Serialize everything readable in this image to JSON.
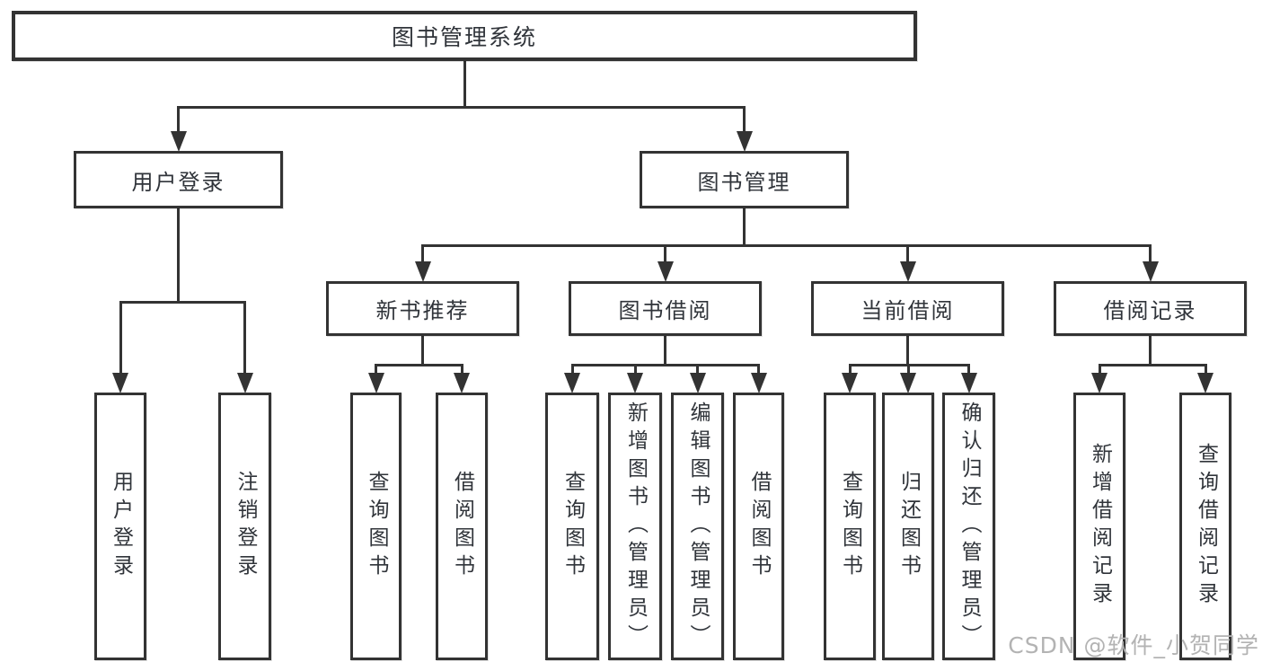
{
  "diagram_title": "图书管理系统",
  "nodes": [
    {
      "id": "root",
      "label": "图书管理系统",
      "level": 0
    },
    {
      "id": "user-login",
      "label": "用户登录",
      "level": 1
    },
    {
      "id": "book-mgmt",
      "label": "图书管理",
      "level": 1
    },
    {
      "id": "new-book-rec",
      "label": "新书推荐",
      "level": 2
    },
    {
      "id": "book-borrow",
      "label": "图书借阅",
      "level": 2
    },
    {
      "id": "current-borrow",
      "label": "当前借阅",
      "level": 2
    },
    {
      "id": "borrow-record",
      "label": "借阅记录",
      "level": 2
    },
    {
      "id": "leaf-login",
      "label": "用户登录",
      "level": 3
    },
    {
      "id": "leaf-logout",
      "label": "注销登录",
      "level": 3
    },
    {
      "id": "leaf-rec-query",
      "label": "查询图书",
      "level": 3
    },
    {
      "id": "leaf-rec-borrow",
      "label": "借阅图书",
      "level": 3
    },
    {
      "id": "leaf-bb-query",
      "label": "查询图书",
      "level": 3
    },
    {
      "id": "leaf-bb-add",
      "label": "新增图书（管理员）",
      "level": 3
    },
    {
      "id": "leaf-bb-edit",
      "label": "编辑图书（管理员）",
      "level": 3
    },
    {
      "id": "leaf-bb-borrow",
      "label": "借阅图书",
      "level": 3
    },
    {
      "id": "leaf-cb-query",
      "label": "查询图书",
      "level": 3
    },
    {
      "id": "leaf-cb-return",
      "label": "归还图书",
      "level": 3
    },
    {
      "id": "leaf-cb-confirm",
      "label": "确认归还（管理员）",
      "level": 3
    },
    {
      "id": "leaf-br-add",
      "label": "新增借阅记录",
      "level": 3
    },
    {
      "id": "leaf-br-query",
      "label": "查询借阅记录",
      "level": 3
    }
  ],
  "edges": [
    {
      "from": "root",
      "to": [
        "user-login",
        "book-mgmt"
      ]
    },
    {
      "from": "user-login",
      "to": [
        "leaf-login",
        "leaf-logout"
      ]
    },
    {
      "from": "book-mgmt",
      "to": [
        "new-book-rec",
        "book-borrow",
        "current-borrow",
        "borrow-record"
      ]
    },
    {
      "from": "new-book-rec",
      "to": [
        "leaf-rec-query",
        "leaf-rec-borrow"
      ]
    },
    {
      "from": "book-borrow",
      "to": [
        "leaf-bb-query",
        "leaf-bb-add",
        "leaf-bb-edit",
        "leaf-bb-borrow"
      ]
    },
    {
      "from": "current-borrow",
      "to": [
        "leaf-cb-query",
        "leaf-cb-return",
        "leaf-cb-confirm"
      ]
    },
    {
      "from": "borrow-record",
      "to": [
        "leaf-br-add",
        "leaf-br-query"
      ]
    }
  ],
  "watermark": {
    "text": "CSDN @软件_小贺同学"
  },
  "colors": {
    "line": "#333333",
    "text": "#30343a",
    "watermark": "#b3b3b3",
    "background": "#ffffff"
  }
}
